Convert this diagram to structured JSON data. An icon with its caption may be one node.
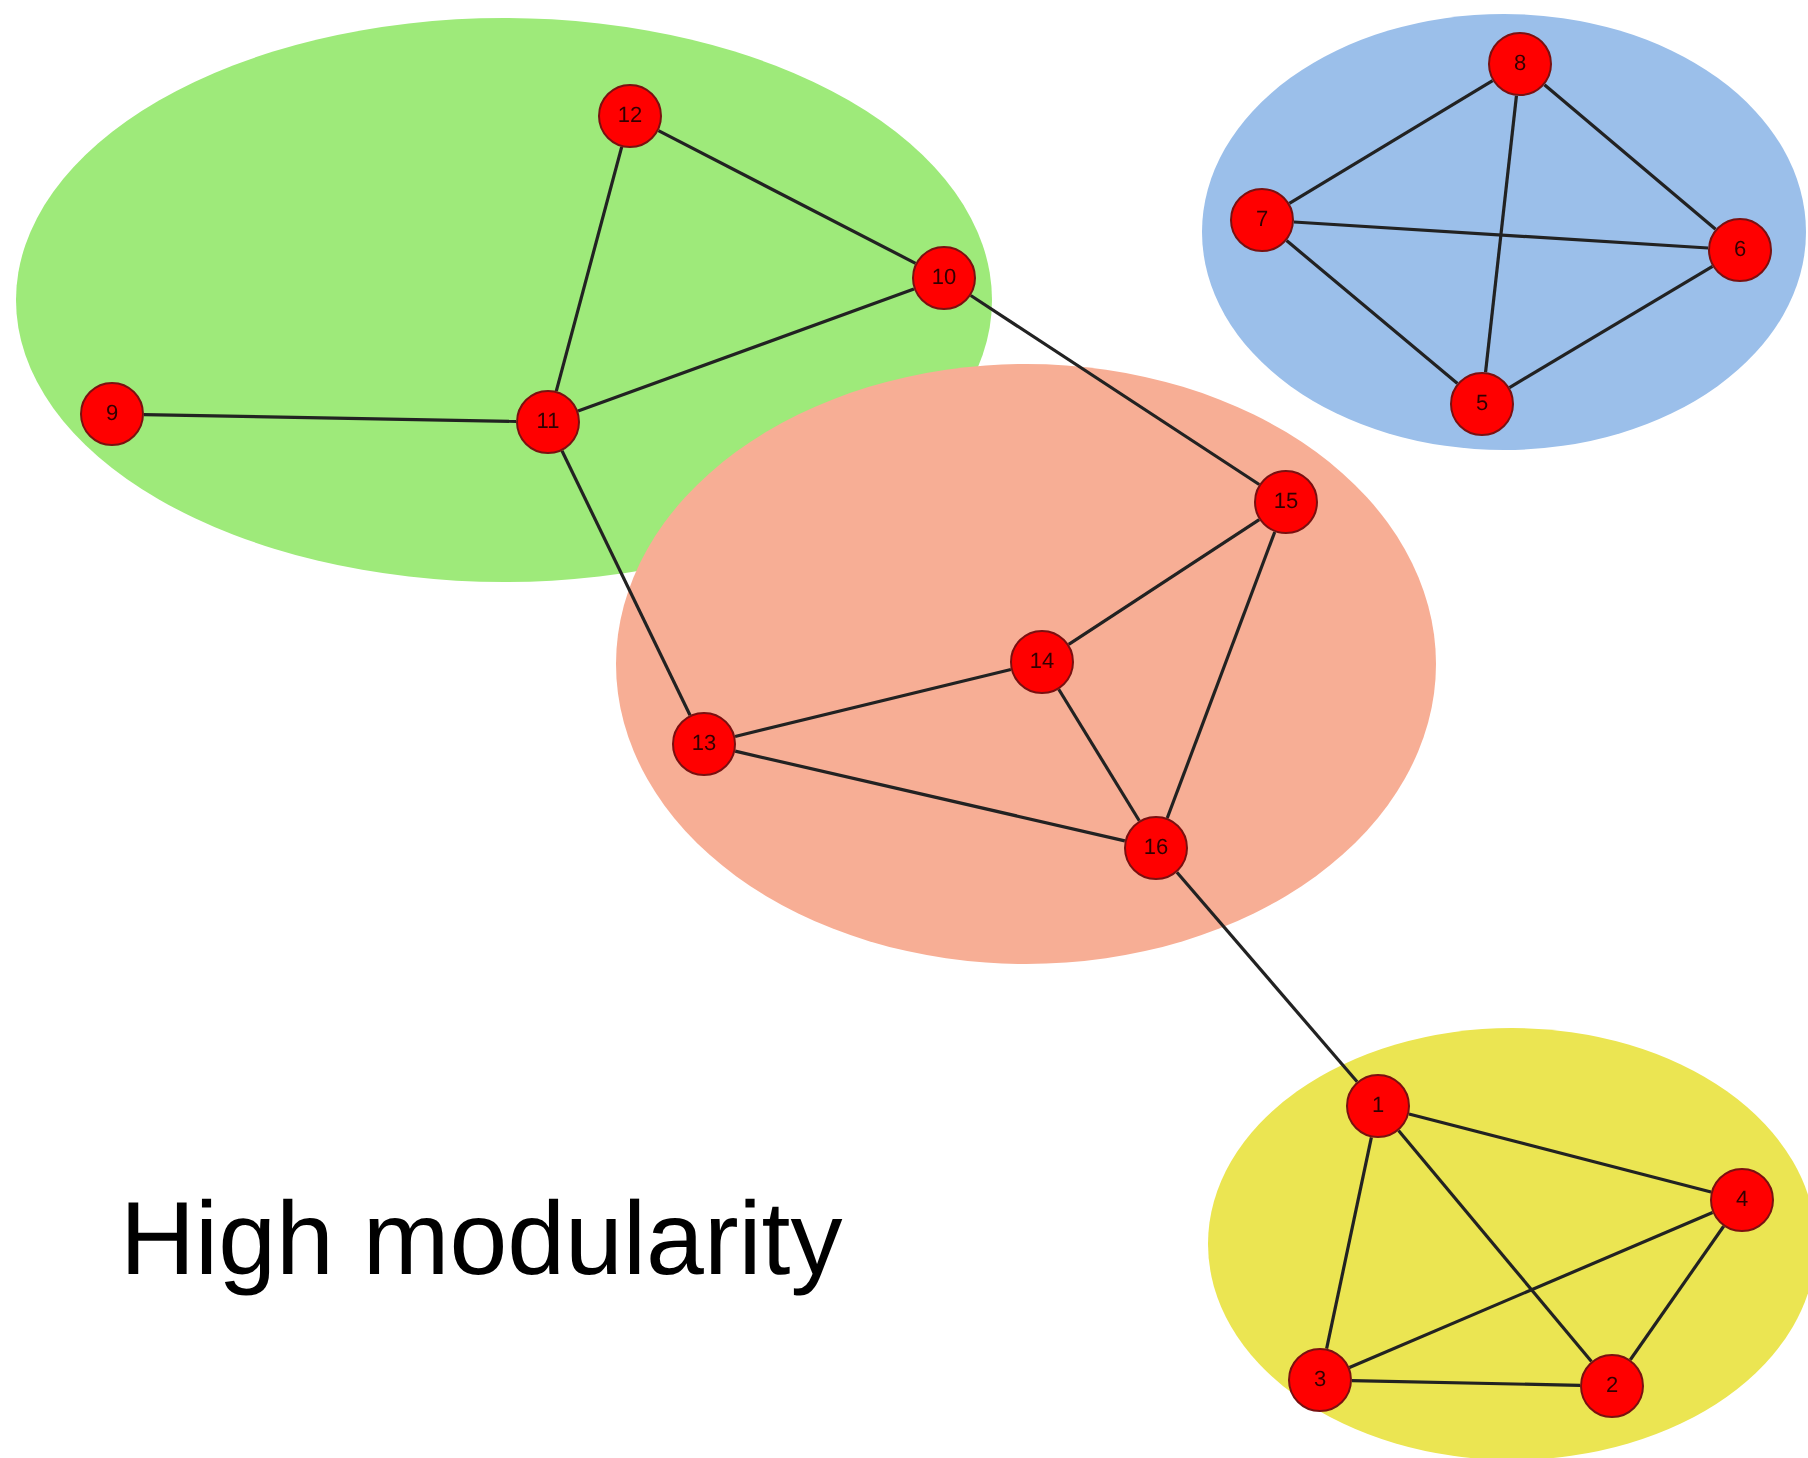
{
  "diagram": {
    "nodes": [
      {
        "text": [],
        "shape": "ellipse"
      },
      {
        "text": [
          "12"
        ],
        "in": 0
      },
      {
        "text": [
          "10"
        ],
        "in": 0
      },
      {
        "text": [
          "9"
        ],
        "in": 0
      },
      {
        "text": [
          "11"
        ],
        "in": 0
      },
      {
        "text": [],
        "shape": "ellipse"
      },
      {
        "text": [
          "8"
        ],
        "in": 5
      },
      {
        "text": [
          "7"
        ],
        "in": 5
      },
      {
        "text": [
          "6"
        ],
        "in": 5
      },
      {
        "text": [
          "5"
        ],
        "in": 5
      },
      {
        "text": [],
        "shape": "ellipse"
      },
      {
        "text": [
          "15"
        ],
        "in": 10
      },
      {
        "text": [
          "14"
        ],
        "in": 10
      },
      {
        "text": [
          "13"
        ],
        "in": 10
      },
      {
        "text": [
          "16"
        ],
        "in": 10
      },
      {
        "text": [],
        "shape": "ellipse"
      },
      {
        "text": [
          "1"
        ],
        "in": 15
      },
      {
        "text": [
          "4"
        ],
        "in": 15
      },
      {
        "text": [
          "3"
        ],
        "in": 15
      },
      {
        "text": [
          "2"
        ],
        "in": 15
      }
    ],
    "edges": [
      {
        "from": 1,
        "to": 2,
        "arrow": "none"
      },
      {
        "from": 1,
        "to": 4,
        "arrow": "none"
      },
      {
        "from": 2,
        "to": 4,
        "arrow": "none"
      },
      {
        "from": 3,
        "to": 4,
        "arrow": "none"
      },
      {
        "from": 2,
        "to": 11,
        "arrow": "none"
      },
      {
        "from": 4,
        "to": 13,
        "arrow": "none"
      },
      {
        "from": 6,
        "to": 7,
        "arrow": "none"
      },
      {
        "from": 6,
        "to": 8,
        "arrow": "none"
      },
      {
        "from": 6,
        "to": 9,
        "arrow": "none"
      },
      {
        "from": 7,
        "to": 8,
        "arrow": "none"
      },
      {
        "from": 7,
        "to": 9,
        "arrow": "none"
      },
      {
        "from": 8,
        "to": 9,
        "arrow": "none"
      },
      {
        "from": 11,
        "to": 12,
        "arrow": "none"
      },
      {
        "from": 11,
        "to": 14,
        "arrow": "none"
      },
      {
        "from": 12,
        "to": 13,
        "arrow": "none"
      },
      {
        "from": 12,
        "to": 14,
        "arrow": "none"
      },
      {
        "from": 13,
        "to": 14,
        "arrow": "none"
      },
      {
        "from": 14,
        "to": 16,
        "arrow": "none"
      },
      {
        "from": 16,
        "to": 17,
        "arrow": "none"
      },
      {
        "from": 16,
        "to": 18,
        "arrow": "none"
      },
      {
        "from": 16,
        "to": 19,
        "arrow": "none"
      },
      {
        "from": 17,
        "to": 18,
        "arrow": "none"
      },
      {
        "from": 17,
        "to": 19,
        "arrow": "none"
      },
      {
        "from": 18,
        "to": 19,
        "arrow": "none"
      }
    ],
    "labels": [
      "High modularity"
    ]
  }
}
